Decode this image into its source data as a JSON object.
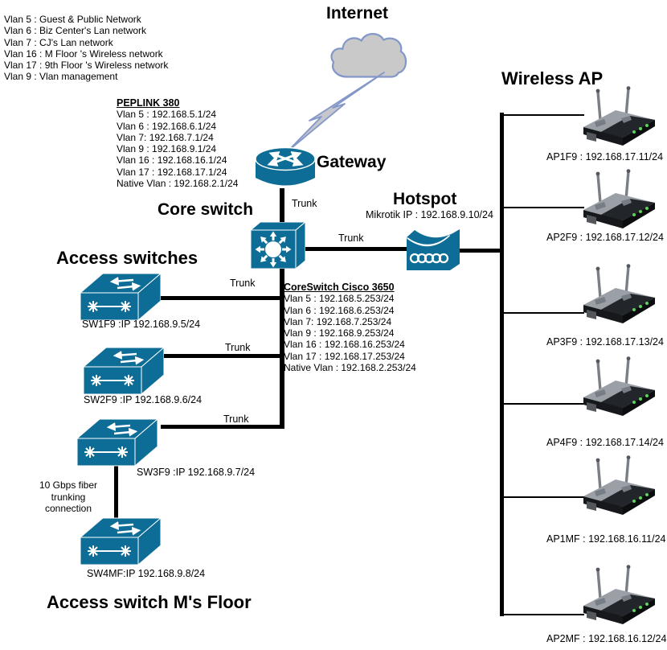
{
  "colors": {
    "device_blue": "#0e6d96",
    "line_black": "#000000",
    "cloud_gray": "#c9c9c9",
    "cloud_outline": "#8398c8",
    "led_green": "#5ad45a"
  },
  "vlan_legend": [
    "Vlan 5 : Guest & Public Network",
    "Vlan 6 : Biz Center's Lan network",
    "Vlan 7 : CJ's Lan network",
    "Vlan 16 : M Floor 's Wireless network",
    "Vlan 17 : 9th Floor 's Wireless network",
    "Vlan 9 : Vlan management"
  ],
  "internet": {
    "title": "Internet"
  },
  "gateway": {
    "label": "Gateway",
    "router_title": "PEPLINK 380",
    "router_vlans": [
      "Vlan 5 : 192.168.5.1/24",
      "Vlan 6 : 192.168.6.1/24",
      "Vlan 7: 192.168.7.1/24",
      "Vlan 9 : 192.168.9.1/24",
      "Vlan 16 : 192.168.16.1/24",
      "Vlan 17 : 192.168.17.1/24",
      "Native Vlan : 192.168.2.1/24"
    ]
  },
  "core_switch": {
    "label": "Core switch",
    "title": "CoreSwitch Cisco 3650",
    "vlans": [
      "Vlan 5 : 192.168.5.253/24",
      "Vlan 6 : 192.168.6.253/24",
      "Vlan 7: 192.168.7.253/24",
      "Vlan 9 : 192.168.9.253/24",
      "Vlan 16 : 192.168.16.253/24",
      "Vlan 17 : 192.168.17.253/24",
      "Native Vlan : 192.168.2.253/24"
    ]
  },
  "hotspot": {
    "label": "Hotspot",
    "ip": "Mikrotik IP : 192.168.9.10/24"
  },
  "links": {
    "trunk": "Trunk",
    "fiber": [
      "10 Gbps fiber",
      "trunking",
      "connection"
    ]
  },
  "access_switches": {
    "header": "Access switches",
    "floor_header": "Access switch M's Floor",
    "switches": [
      {
        "label": "SW1F9 :IP 192.168.9.5/24"
      },
      {
        "label": "SW2F9 :IP 192.168.9.6/24"
      },
      {
        "label": "SW3F9 :IP 192.168.9.7/24"
      },
      {
        "label": "SW4MF:IP 192.168.9.8/24"
      }
    ]
  },
  "wireless": {
    "header": "Wireless AP",
    "aps": [
      {
        "label": "AP1F9 : 192.168.17.11/24"
      },
      {
        "label": "AP2F9 : 192.168.17.12/24"
      },
      {
        "label": "AP3F9 : 192.168.17.13/24"
      },
      {
        "label": "AP4F9 : 192.168.17.14/24"
      },
      {
        "label": "AP1MF : 192.168.16.11/24"
      },
      {
        "label": "AP2MF : 192.168.16.12/24"
      }
    ]
  }
}
